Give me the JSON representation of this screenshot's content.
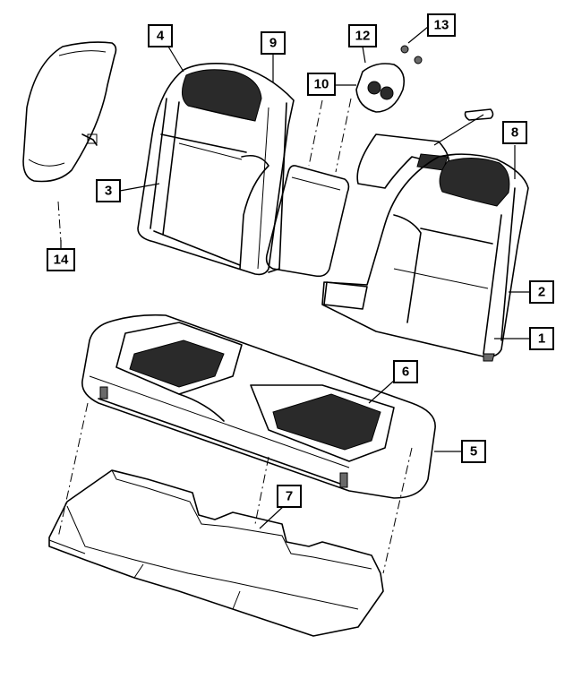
{
  "callouts": [
    {
      "id": "c1",
      "label": "1"
    },
    {
      "id": "c2",
      "label": "2"
    },
    {
      "id": "c3",
      "label": "3"
    },
    {
      "id": "c4",
      "label": "4"
    },
    {
      "id": "c5",
      "label": "5"
    },
    {
      "id": "c6",
      "label": "6"
    },
    {
      "id": "c7",
      "label": "7"
    },
    {
      "id": "c8",
      "label": "8"
    },
    {
      "id": "c9",
      "label": "9"
    },
    {
      "id": "c10",
      "label": "10"
    },
    {
      "id": "c12",
      "label": "12"
    },
    {
      "id": "c13",
      "label": "13"
    },
    {
      "id": "c14",
      "label": "14"
    }
  ]
}
